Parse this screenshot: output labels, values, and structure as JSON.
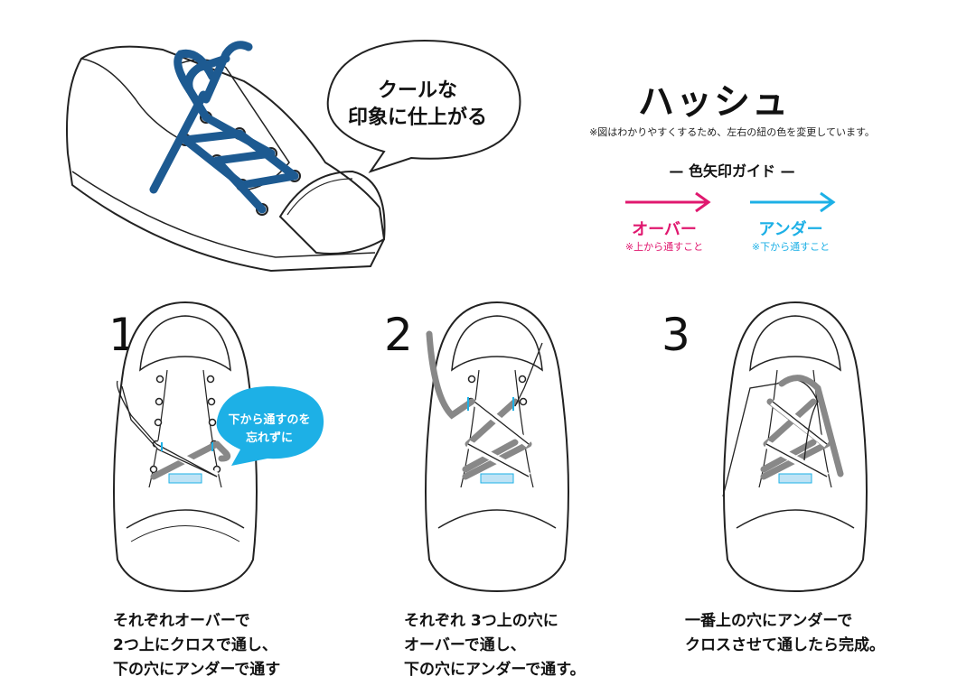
{
  "title": "ハッシュ",
  "note": "※図はわかりやすくするため、左右の紐の色を変更しています。",
  "bubble": {
    "line1": "クールな",
    "line2": "印象に仕上がる"
  },
  "guide": {
    "title": "— 色矢印ガイド —",
    "over": {
      "label": "オーバー",
      "sub": "※上から通すこと",
      "color": "#e0186f"
    },
    "under": {
      "label": "アンダー",
      "sub": "※下から通すこと",
      "color": "#1db0e6"
    }
  },
  "hint": {
    "line1": "下から通すのを",
    "line2": "忘れずに"
  },
  "steps": [
    {
      "number": "1",
      "lines": [
        "それぞれオーバーで",
        "2つ上にクロスで通し、",
        "下の穴にアンダーで通す"
      ]
    },
    {
      "number": "2",
      "lines": [
        "それぞれ 3つ上の穴に",
        "オーバーで通し、",
        "下の穴にアンダーで通す。"
      ]
    },
    {
      "number": "3",
      "lines": [
        "一番上の穴にアンダーで",
        "クロスさせて通したら完成。"
      ]
    }
  ],
  "colors": {
    "lace_blue": "#1d5a91",
    "lace_gray": "#8a8a8a",
    "accent_blue": "#1db0e6",
    "accent_pink": "#e0186f"
  }
}
